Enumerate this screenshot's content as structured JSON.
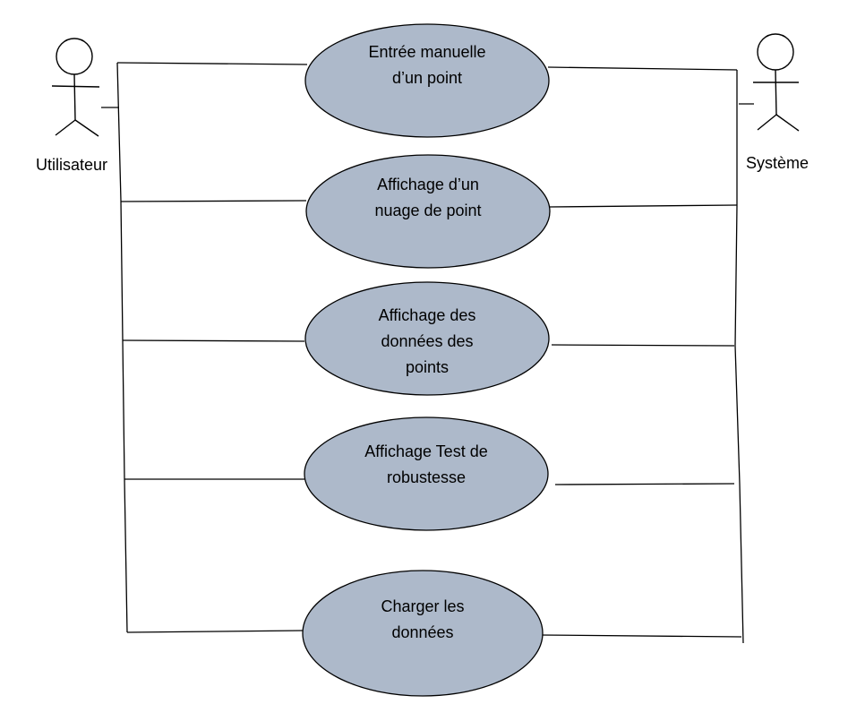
{
  "actors": {
    "left": {
      "label": "Utilisateur"
    },
    "right": {
      "label": "Système"
    }
  },
  "use_cases": [
    {
      "lines": [
        "Entrée manuelle",
        "d’un point"
      ]
    },
    {
      "lines": [
        "Affichage d’un",
        "nuage de point"
      ]
    },
    {
      "lines": [
        "Affichage des",
        "données des",
        "points"
      ]
    },
    {
      "lines": [
        "Affichage Test de",
        "robustesse"
      ]
    },
    {
      "lines": [
        "Charger les",
        "données"
      ]
    }
  ],
  "colors": {
    "ellipse_fill": "#adb9ca",
    "stroke": "#000000",
    "background": "#ffffff"
  }
}
